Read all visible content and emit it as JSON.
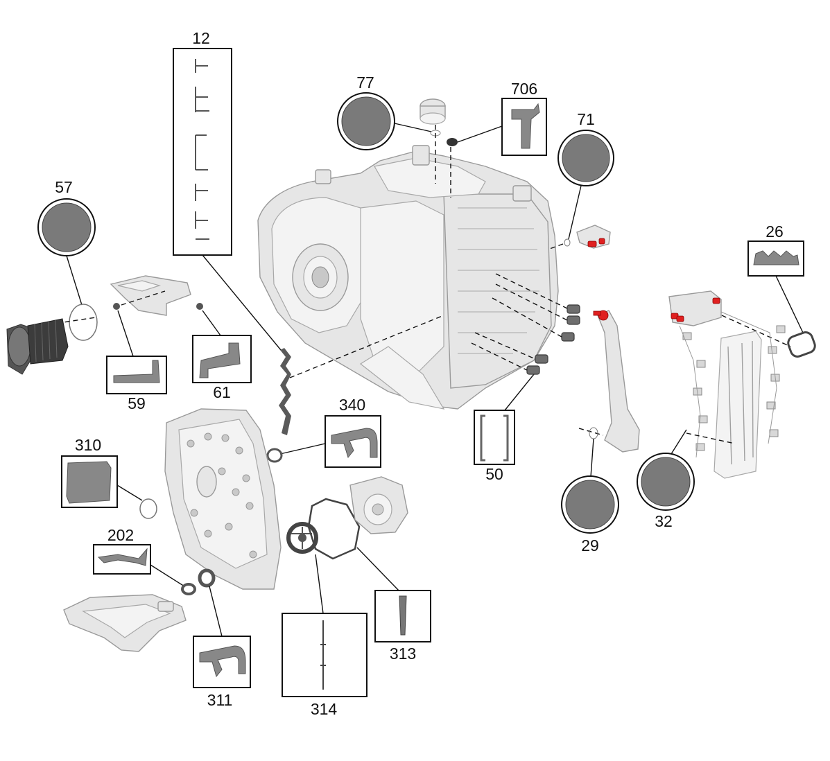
{
  "labels": {
    "p12": "12",
    "p77": "77",
    "p706": "706",
    "p71": "71",
    "p57": "57",
    "p26": "26",
    "p59": "59",
    "p61": "61",
    "p340": "340",
    "p50": "50",
    "p310": "310",
    "p202": "202",
    "p311": "311",
    "p314": "314",
    "p313": "313",
    "p29": "29",
    "p32": "32"
  },
  "colors": {
    "line": "#111111",
    "metal": "#e6e6e6",
    "seal_disc": "#7a7a7a",
    "thumbnail_part": "#8a8a8a",
    "connector_red": "#e02020"
  }
}
